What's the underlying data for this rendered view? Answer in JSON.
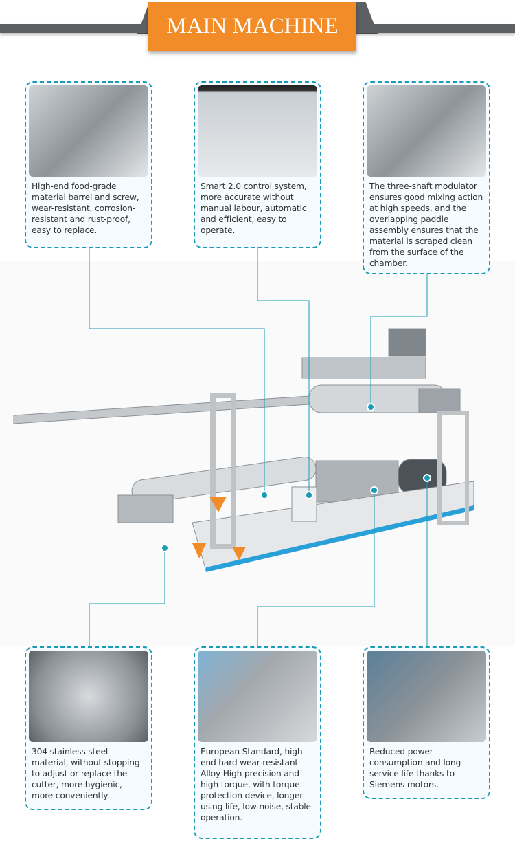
{
  "header": {
    "title": "MAIN MACHINE"
  },
  "colors": {
    "accent": "#f28c28",
    "connector": "#1b9bb8",
    "bar": "#5d6063"
  },
  "features": [
    {
      "image": "screw-barrel-photo",
      "text": "High-end food-grade material barrel and screw, wear-resistant, corrosion-resistant and rust-proof, easy to replace."
    },
    {
      "image": "control-panel-photo",
      "text": "Smart 2.0 control system, more accurate without manual labour, automatic and efficient, easy to operate."
    },
    {
      "image": "three-shaft-modulator-photo",
      "text": "The three-shaft modulator ensures good mixing action at high speeds, and the overlapping paddle assembly ensures that the material is scraped clean from the surface of the chamber."
    },
    {
      "image": "cutter-photo",
      "text": "304 stainless steel material, without stopping to adjust or replace the cutter, more hygienic, more conveniently."
    },
    {
      "image": "gearbox-photo",
      "text": "European Standard, high-end hard wear resistant Alloy High precision and high torque, with torque protection device, longer using life, low noise, stable operation."
    },
    {
      "image": "motor-photo",
      "text": "Reduced power consumption and long service life thanks to Siemens motors."
    }
  ]
}
